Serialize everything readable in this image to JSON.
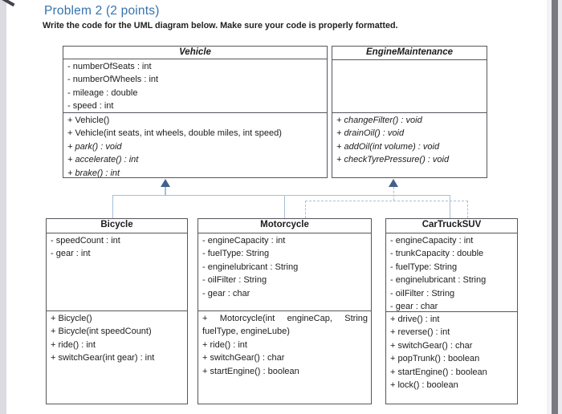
{
  "header": {
    "title": "Problem 2 (2 points)",
    "subtitle": "Write the code for the UML diagram below. Make sure your code is properly formatted."
  },
  "colors": {
    "heading_blue": "#3672ad",
    "box_border": "#57555d",
    "connector_line": "#a7bfd7",
    "arrowhead": "#40618e",
    "scan_edge_dark": "#7a7880"
  },
  "classes": {
    "vehicle": {
      "title": "Vehicle",
      "attributes": [
        "- numberOfSeats : int",
        "- numberOfWheels : int",
        "- mileage : double",
        "- speed : int"
      ],
      "methods": [
        "+ Vehicle()",
        "+ Vehicle(int seats, int wheels, double miles, int speed)",
        "+ park() : void",
        "+ accelerate() : int",
        "+ brake() : int"
      ]
    },
    "engineMaintenance": {
      "title": "EngineMaintenance",
      "attributes": [],
      "methods": [
        "+ changeFilter() : void",
        "+ drainOil() : void",
        "+ addOil(int volume) : void",
        "+ checkTyrePressure() : void"
      ]
    },
    "bicycle": {
      "title": "Bicycle",
      "attributes": [
        "- speedCount : int",
        "- gear : int"
      ],
      "methods": [
        "+ Bicycle()",
        "+ Bicycle(int speedCount)",
        "+ ride() : int",
        "+ switchGear(int gear) : int"
      ]
    },
    "motorcycle": {
      "title": "Motorcycle",
      "attributes": [
        "- engineCapacity : int",
        "- fuelType: String",
        "- enginelubricant : String",
        "- oilFilter : String",
        "- gear : char"
      ],
      "methods": [
        "+ Motorcycle(int engineCap, String fuelType, engineLube)",
        "+ ride() : int",
        "+ switchGear() : char",
        "+ startEngine() : boolean"
      ]
    },
    "carTruckSUV": {
      "title": "CarTruckSUV",
      "attributes": [
        "- engineCapacity : int",
        "- trunkCapacity : double",
        "- fuelType: String",
        "- enginelubricant : String",
        "- oilFilter : String",
        "- gear : char"
      ],
      "methods": [
        "+ drive() : int",
        "+ reverse() : int",
        "+ switchGear() : char",
        "+ popTrunk() : boolean",
        "+ startEngine() : boolean",
        "+ lock() : boolean"
      ]
    }
  },
  "relationships": [
    {
      "type": "generalization",
      "from": [
        "Bicycle",
        "Motorcycle",
        "CarTruckSUV"
      ],
      "to": "Vehicle",
      "line": "solid",
      "arrowhead": "filled-triangle"
    },
    {
      "type": "realization",
      "from": [
        "Motorcycle",
        "CarTruckSUV"
      ],
      "to": "EngineMaintenance",
      "line": "dashed",
      "arrowhead": "filled-triangle"
    }
  ]
}
